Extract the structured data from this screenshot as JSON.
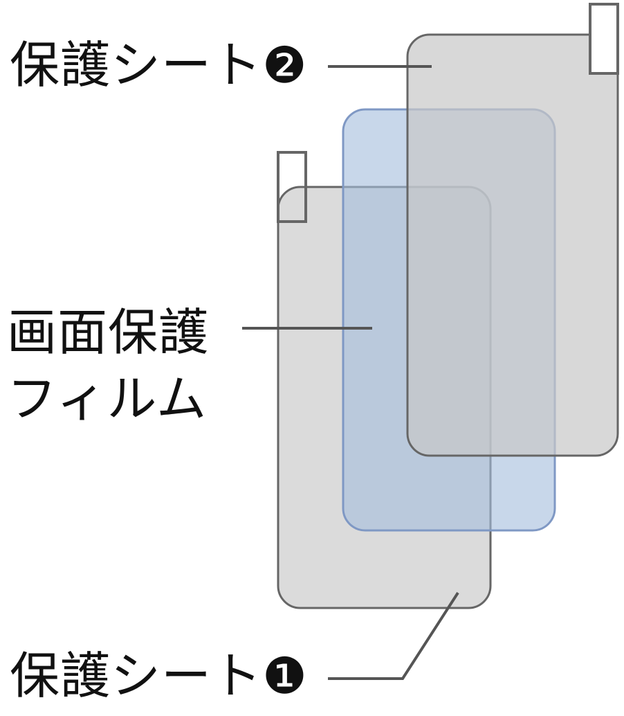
{
  "labels": {
    "sheet2": "保護シート❷",
    "film_line1": "画面保護",
    "film_line2": "フィルム",
    "sheet1": "保護シート❶"
  },
  "layers": {
    "sheet_color": "#d8d8d8",
    "sheet_stroke": "#666666",
    "film_color": "#a8c0de",
    "film_stroke": "#7f98c4",
    "tab_stroke": "#666666",
    "leader_color": "#555555"
  }
}
